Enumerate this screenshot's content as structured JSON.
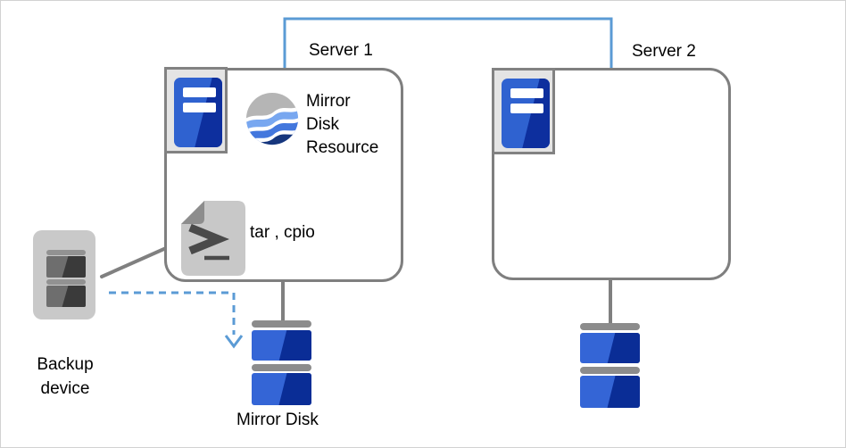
{
  "labels": {
    "server1": "Server 1",
    "server2": "Server 2",
    "mirror_disk_resource": "Mirror\nDisk\nResource",
    "tools": "tar , cpio",
    "backup_device": "Backup\ndevice",
    "mirror_disk": "Mirror Disk"
  },
  "icons": {
    "server1_icon": "server-tower-icon",
    "server2_icon": "server-tower-icon",
    "resource_icon": "wave-globe-icon",
    "tools_icon": "shell-script-file-icon",
    "backup_icon": "backup-tape-device-icon",
    "disk1_icon": "mirror-disk-stack-icon",
    "disk2_icon": "mirror-disk-stack-icon"
  },
  "connectors": {
    "interconnect": "blue line linking Server 1 and Server 2",
    "server1_to_disk": "gray line from Server 1 to mirror disk",
    "server2_to_disk": "gray line from Server 2 to mirror disk",
    "backup_to_server1": "gray line from backup device to Server 1",
    "backup_to_disk": "blue dashed arrow from backup device to mirror disk"
  },
  "colors": {
    "interconnect_blue": "#5b9bd5",
    "connector_gray": "#808080",
    "box_border_gray": "#7f7f7f",
    "disk_blue_light": "#3465d6",
    "disk_blue_dark": "#0a2d96",
    "tower_blue_light": "#2f62d0",
    "tower_blue_dark": "#0d2f9e",
    "icon_gray_light": "#c9c9c9",
    "text_black": "#000000"
  }
}
